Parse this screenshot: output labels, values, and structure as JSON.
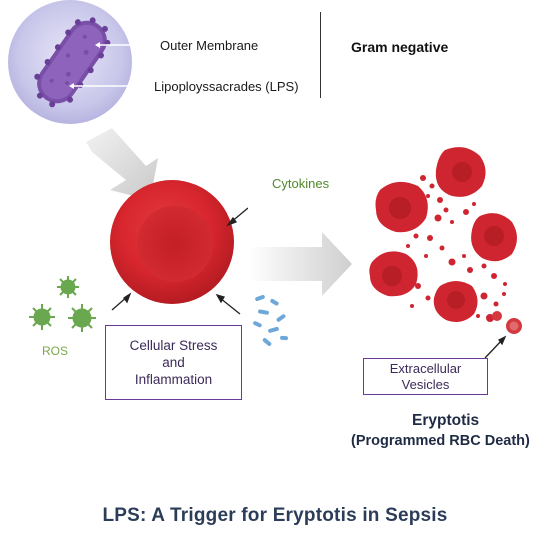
{
  "labels": {
    "outer_membrane": "Outer Membrane",
    "lps": "Lipoployssacrades (LPS)",
    "gram_negative": "Gram negative",
    "cytokines": "Cytokines",
    "ros": "ROS",
    "cellular_stress": "Cellular Stress\nand\nInflammation",
    "extracellular_vesicles": "Extracellular\nVesicles",
    "eryptosis": "Eryptotis",
    "eryptosis_sub": "(Programmed RBC Death)",
    "caption": "LPS: A Trigger for Eryptotis in Sepsis"
  },
  "colors": {
    "bacteria": "#7a4fa8",
    "bacteria_bg": "#cbc9ea",
    "rbc": "#d8262e",
    "rbc_dark": "#b81e24",
    "virus": "#6aa84f",
    "bacilli": "#6ea8d8",
    "box_border": "#6a3a96",
    "arrow": "#d6d6d6"
  },
  "icons": [
    "bacterium-icon",
    "red-blood-cell-icon",
    "virus-icon",
    "bacilli-icon",
    "fragmented-rbc-icon"
  ]
}
